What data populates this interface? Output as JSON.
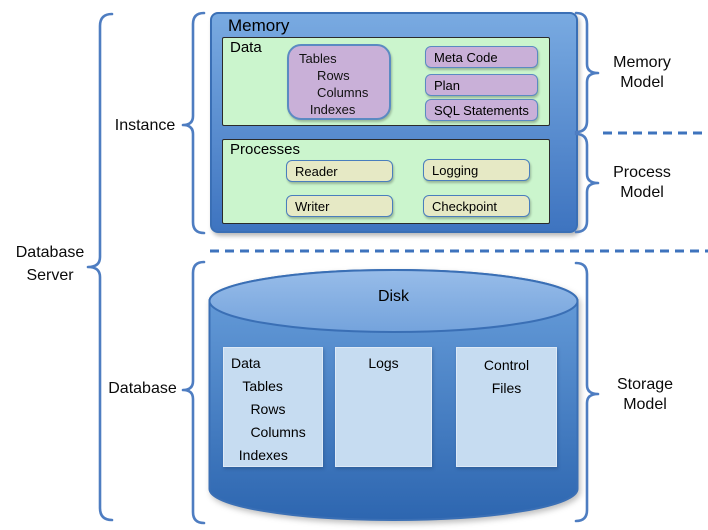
{
  "labels": {
    "database_server": "Database\nServer",
    "instance": "Instance",
    "database": "Database",
    "memory_model": "Memory\nModel",
    "process_model": "Process\nModel",
    "storage_model": "Storage\nModel"
  },
  "memory": {
    "title": "Memory",
    "data": {
      "title": "Data",
      "tables_group": "Tables\n     Rows\n     Columns\n   Indexes",
      "items": [
        "Meta Code",
        "Plan",
        "SQL Statements"
      ]
    },
    "processes": {
      "title": "Processes",
      "items": [
        "Reader",
        "Logging",
        "Writer",
        "Checkpoint"
      ]
    }
  },
  "storage": {
    "disk_title": "Disk",
    "data_files": "Data\n   Tables\n     Rows\n     Columns\n  Indexes",
    "logs": "Logs",
    "control_files": "Control\nFiles"
  },
  "colors": {
    "brace": "#4e7dc1",
    "dashed_line": "#3e73bd",
    "memory_box_top": "#79aae1",
    "memory_box_bottom": "#3e74c0",
    "section_green": "#cbf5cd",
    "purple_fill": "#c9b0d8",
    "purple_border": "#5b8ac2",
    "olive_fill": "#e6e9c5",
    "olive_border": "#4a7ebd",
    "disk_box_fill": "#c6dcf1",
    "cylinder_top": "#8fb6e8",
    "cylinder_body_bottom": "#2d66b0"
  }
}
